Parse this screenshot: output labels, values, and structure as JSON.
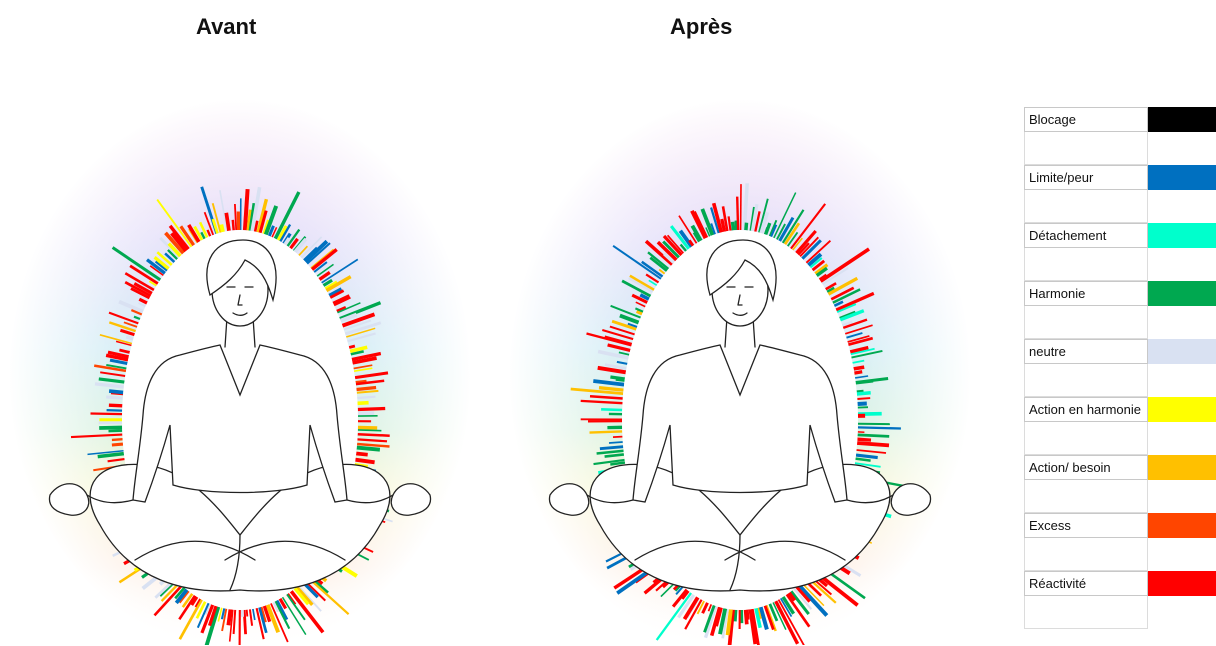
{
  "titles": {
    "before": "Avant",
    "after": "Après"
  },
  "legend": [
    {
      "label": "Blocage",
      "color": "#000000"
    },
    {
      "label": "Limite/peur",
      "color": "#0070c0"
    },
    {
      "label": "Détachement",
      "color": "#00ffcc"
    },
    {
      "label": "Harmonie",
      "color": "#00a850"
    },
    {
      "label": "neutre",
      "color": "#d9e1f2"
    },
    {
      "label": "Action en harmonie",
      "color": "#ffff00"
    },
    {
      "label": "Action/ besoin",
      "color": "#ffc000"
    },
    {
      "label": "Excess",
      "color": "#ff4500"
    },
    {
      "label": "Réactivité",
      "color": "#ff0000"
    }
  ]
}
